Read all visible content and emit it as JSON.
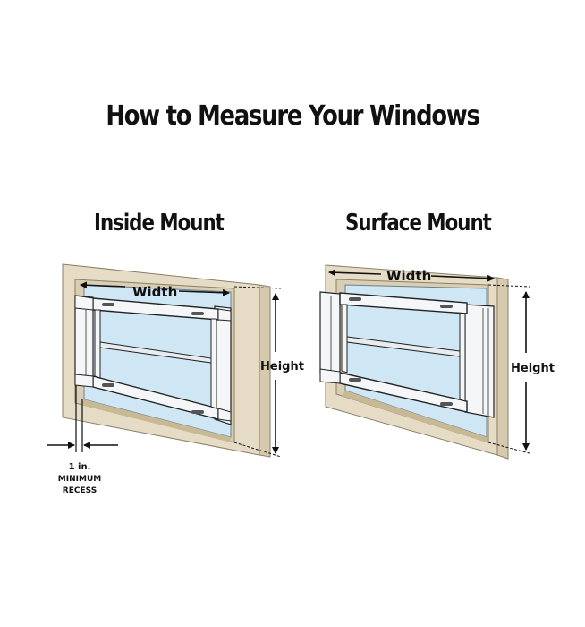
{
  "title": "How to Measure Your Windows",
  "diagrams": [
    {
      "id": "inside-mount",
      "heading": "Inside Mount",
      "width_label": "Width",
      "height_label": "Height",
      "recess_note": {
        "line1": "1 in.",
        "line2": "MINIMUM",
        "line3": "RECESS"
      }
    },
    {
      "id": "surface-mount",
      "heading": "Surface Mount",
      "width_label": "Width",
      "height_label": "Height"
    }
  ],
  "colors": {
    "frame": "#e6dcc6",
    "frame_shadow": "#cfc2a6",
    "glass": "#cfe6f5",
    "bar": "#f4f6f7",
    "ink": "#111111"
  }
}
